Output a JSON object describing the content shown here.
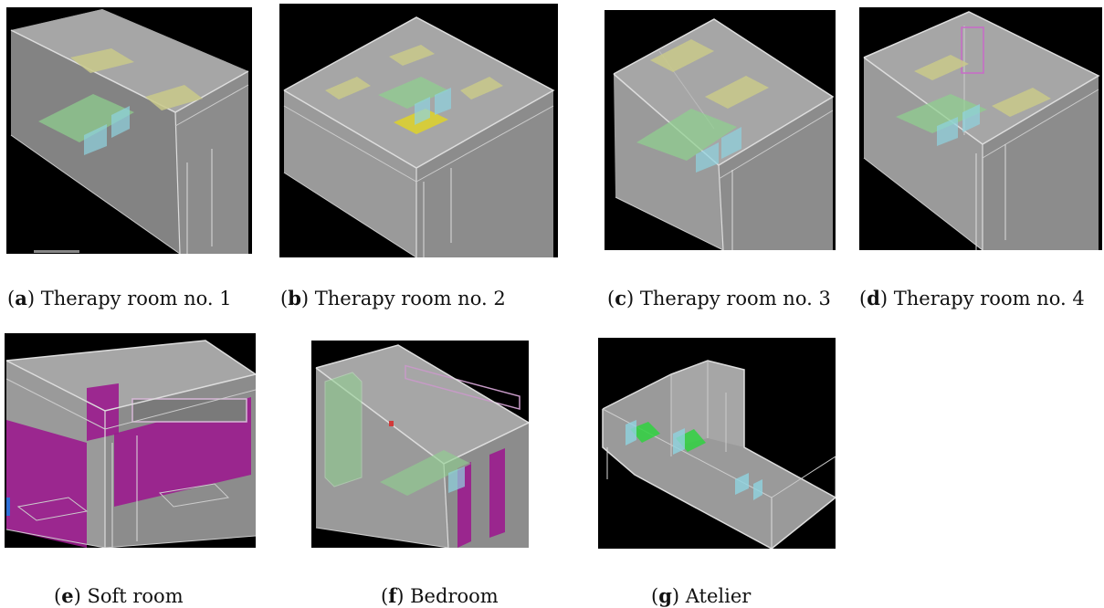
{
  "colors": {
    "background": "#000000",
    "box_face": "#8e8e8e",
    "edge": "#d9d9d9",
    "yellow_panel": "#c9c98a",
    "green_element": "#8fd28f",
    "blue_element": "#8fd3e0",
    "magenta_panel": "#9b1b8e"
  },
  "panels": [
    {
      "letter": "a",
      "caption": "Therapy room no. 1"
    },
    {
      "letter": "b",
      "caption": "Therapy room no. 2"
    },
    {
      "letter": "c",
      "caption": "Therapy room no. 3"
    },
    {
      "letter": "d",
      "caption": "Therapy room no. 4"
    },
    {
      "letter": "e",
      "caption": "Soft room"
    },
    {
      "letter": "f",
      "caption": "Bedroom"
    },
    {
      "letter": "g",
      "caption": "Atelier"
    }
  ]
}
